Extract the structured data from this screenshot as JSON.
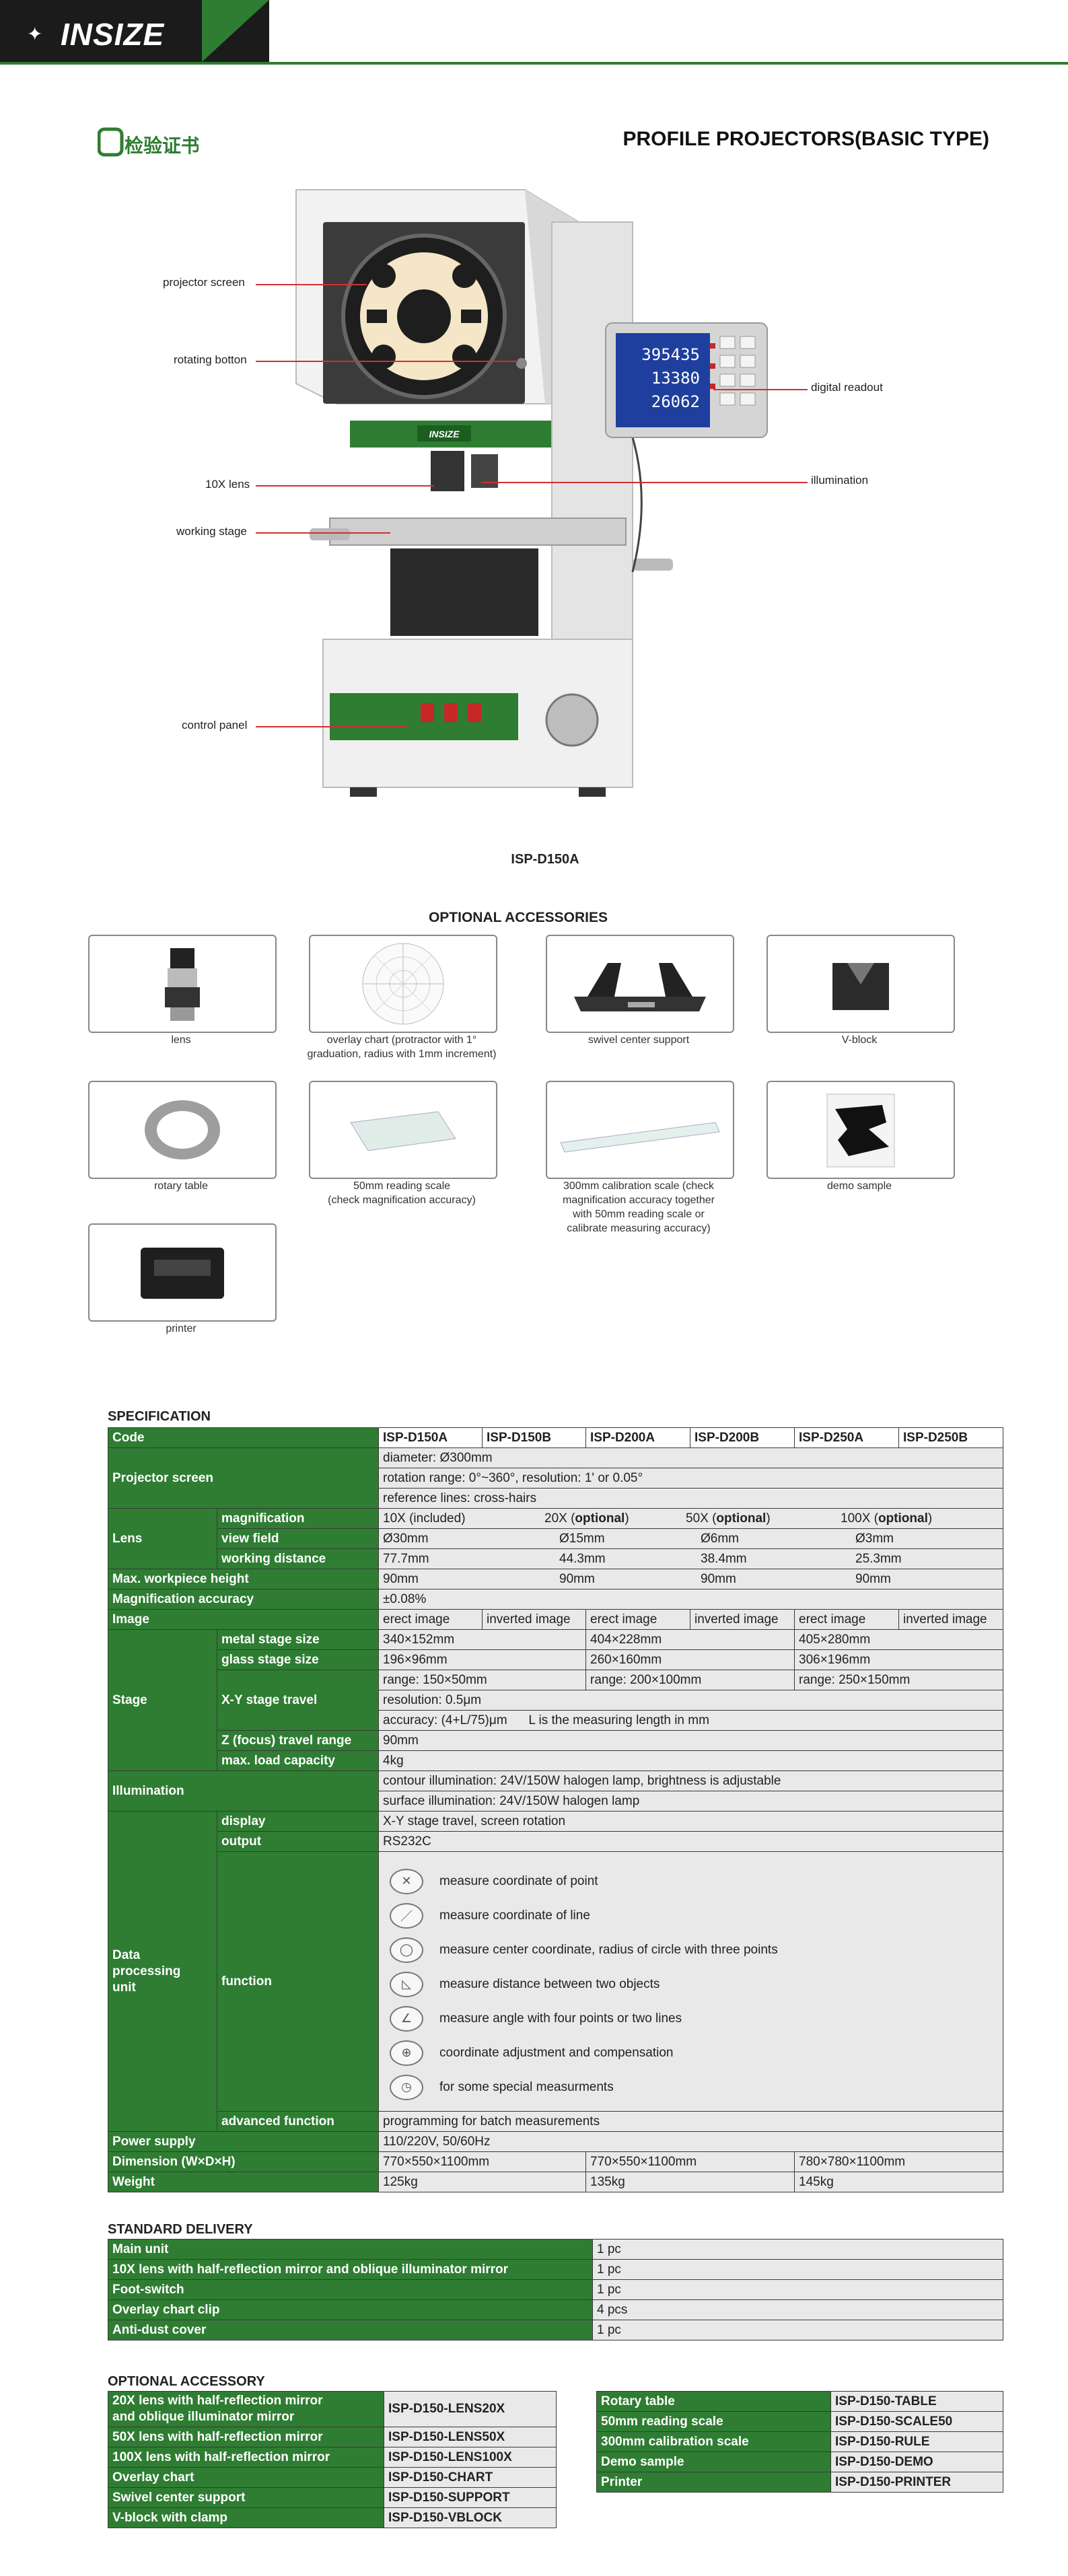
{
  "brand": {
    "logo": "INSIZE",
    "cert_logo": "检验证书"
  },
  "page_title": "PROFILE PROJECTORS(BASIC TYPE)",
  "hero": {
    "callouts_left": [
      "projector screen",
      "rotating botton",
      "10X lens",
      "working stage",
      "control panel"
    ],
    "callouts_right": [
      "digital readout",
      "illumination"
    ],
    "readout_values": [
      "395435",
      "13380",
      "26062"
    ],
    "brand_plate": "INSIZE",
    "model_caption": "ISP-D150A"
  },
  "accessories": {
    "title": "OPTIONAL ACCESSORIES",
    "items": [
      {
        "icon": "lens-icon",
        "caption": [
          "lens"
        ]
      },
      {
        "icon": "overlay-chart-icon",
        "caption": [
          "overlay chart (protractor with 1°",
          "graduation, radius with 1mm increment)"
        ]
      },
      {
        "icon": "swivel-support-icon",
        "caption": [
          "swivel center support"
        ]
      },
      {
        "icon": "v-block-icon",
        "caption": [
          "V-block"
        ]
      },
      {
        "icon": "rotary-table-icon",
        "caption": [
          "rotary table"
        ]
      },
      {
        "icon": "reading-scale-icon",
        "caption": [
          "50mm reading scale",
          "(check magnification accuracy)"
        ]
      },
      {
        "icon": "calibration-scale-icon",
        "caption": [
          "300mm calibration scale (check",
          "magnification accuracy together",
          "with 50mm reading scale or",
          "calibrate measuring accuracy)"
        ]
      },
      {
        "icon": "demo-sample-icon",
        "caption": [
          "demo sample"
        ]
      },
      {
        "icon": "printer-icon",
        "caption": [
          "printer"
        ]
      }
    ]
  },
  "specification": {
    "title": "SPECIFICATION",
    "code_label": "Code",
    "models": [
      "ISP-D150A",
      "ISP-D150B",
      "ISP-D200A",
      "ISP-D200B",
      "ISP-D250A",
      "ISP-D250B"
    ],
    "projector_screen": {
      "label": "Projector screen",
      "lines": [
        "diameter: Ø300mm",
        "rotation range: 0°~360°, resolution: 1' or 0.05°",
        "reference lines: cross-hairs"
      ]
    },
    "lens": {
      "label": "Lens",
      "magnification_label": "magnification",
      "magnification": [
        "10X (included)",
        "20X (",
        "optional",
        ")",
        "50X (",
        "optional",
        ")",
        "100X (",
        "optional",
        ")"
      ],
      "view_field_label": "view field",
      "view_field": [
        "Ø30mm",
        "Ø15mm",
        "Ø6mm",
        "Ø3mm"
      ],
      "working_distance_label": "working distance",
      "working_distance": [
        "77.7mm",
        "44.3mm",
        "38.4mm",
        "25.3mm"
      ]
    },
    "max_workpiece": {
      "label": "Max. workpiece height",
      "values": [
        "90mm",
        "90mm",
        "90mm",
        "90mm"
      ]
    },
    "mag_accuracy": {
      "label": "Magnification accuracy",
      "value": "±0.08%"
    },
    "image": {
      "label": "Image",
      "values": [
        "erect image",
        "inverted image",
        "erect image",
        "inverted image",
        "erect image",
        "inverted image"
      ]
    },
    "stage": {
      "label": "Stage",
      "metal_label": "metal stage size",
      "metal": [
        "340×152mm",
        "404×228mm",
        "405×280mm"
      ],
      "glass_label": "glass stage size",
      "glass": [
        "196×96mm",
        "260×160mm",
        "306×196mm"
      ],
      "xy_label": "X-Y stage travel",
      "xy_range": [
        "range: 150×50mm",
        "range: 200×100mm",
        "range: 250×150mm"
      ],
      "xy_resolution": "resolution: 0.5μm",
      "xy_accuracy": "accuracy: (4+L/75)μm      L is the measuring length in mm",
      "z_label": "Z (focus) travel range",
      "z": "90mm",
      "load_label": "max. load capacity",
      "load": "4kg"
    },
    "illumination": {
      "label": "Illumination",
      "lines": [
        "contour illumination: 24V/150W halogen lamp, brightness is adjustable",
        "surface illumination: 24V/150W halogen lamp"
      ]
    },
    "data_unit": {
      "label": [
        "Data",
        "processing",
        "unit"
      ],
      "display_label": "display",
      "display": "X-Y stage travel, screen rotation",
      "output_label": "output",
      "output": "RS232C",
      "function_label": "function",
      "functions": [
        {
          "icon": "point-icon",
          "text": "measure coordinate of point"
        },
        {
          "icon": "line-icon",
          "text": "measure coordinate of line"
        },
        {
          "icon": "circle-icon",
          "text": "measure center coordinate, radius of circle with three points"
        },
        {
          "icon": "distance-icon",
          "text": "measure distance between two objects"
        },
        {
          "icon": "angle-icon",
          "text": "measure angle with four points or two lines"
        },
        {
          "icon": "coordinate-icon",
          "text": "coordinate adjustment and compensation"
        },
        {
          "icon": "special-icon",
          "text": "for some special measurments"
        }
      ],
      "advanced_label": "advanced function",
      "advanced": "programming for batch measurements"
    },
    "power": {
      "label": "Power supply",
      "value": "110/220V, 50/60Hz"
    },
    "dimension": {
      "label": "Dimension (W×D×H)",
      "values": [
        "770×550×1100mm",
        "770×550×1100mm",
        "780×780×1100mm"
      ]
    },
    "weight": {
      "label": "Weight",
      "values": [
        "125kg",
        "135kg",
        "145kg"
      ]
    }
  },
  "standard_delivery": {
    "title": "STANDARD DELIVERY",
    "rows": [
      [
        "Main unit",
        "1 pc"
      ],
      [
        "10X lens with half-reflection mirror and oblique illuminator mirror",
        "1 pc"
      ],
      [
        "Foot-switch",
        "1 pc"
      ],
      [
        "Overlay chart clip",
        "4 pcs"
      ],
      [
        "Anti-dust cover",
        "1 pc"
      ]
    ]
  },
  "optional_accessory": {
    "title": "OPTIONAL ACCESSORY",
    "left": [
      [
        [
          "20X lens with half-reflection mirror",
          "and oblique illuminator mirror"
        ],
        "ISP-D150-LENS20X"
      ],
      [
        [
          "50X lens with half-reflection mirror"
        ],
        "ISP-D150-LENS50X"
      ],
      [
        [
          "100X lens with half-reflection mirror"
        ],
        "ISP-D150-LENS100X"
      ],
      [
        [
          "Overlay chart"
        ],
        "ISP-D150-CHART"
      ],
      [
        [
          "Swivel center support"
        ],
        "ISP-D150-SUPPORT"
      ],
      [
        [
          "V-block with clamp"
        ],
        "ISP-D150-VBLOCK"
      ]
    ],
    "right": [
      [
        "Rotary table",
        "ISP-D150-TABLE"
      ],
      [
        "50mm reading scale",
        "ISP-D150-SCALE50"
      ],
      [
        "300mm calibration scale",
        "ISP-D150-RULE"
      ],
      [
        "Demo sample",
        "ISP-D150-DEMO"
      ],
      [
        "Printer",
        "ISP-D150-PRINTER"
      ]
    ]
  },
  "colors": {
    "green": "#2e7d32",
    "header_dark": "#1b1b1b",
    "callout_red": "#d32f2f",
    "light_cell": "#e9e9e9"
  }
}
